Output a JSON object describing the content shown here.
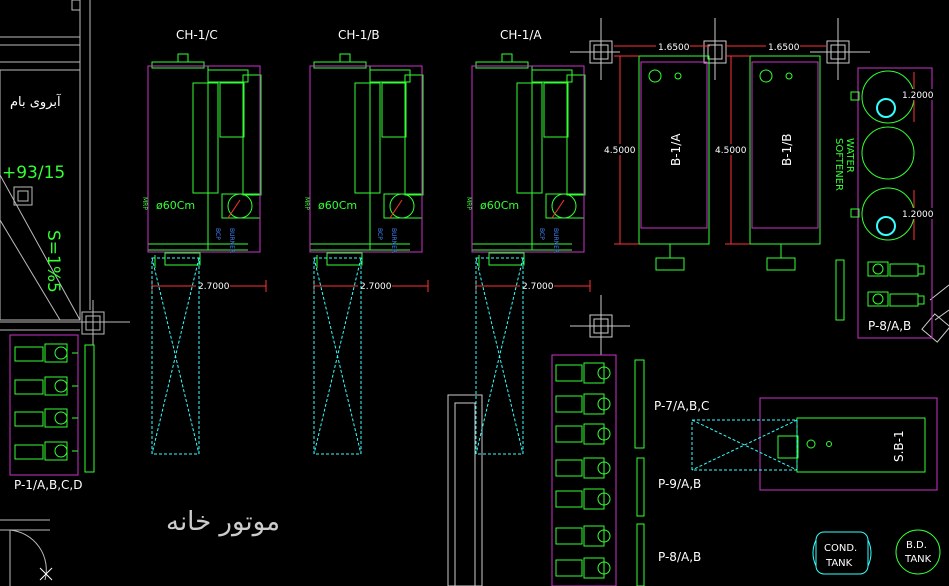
{
  "colors": {
    "background": "#000000",
    "equipment": "#33ff33",
    "outline": "#cc33cc",
    "dimension": "#ff3333",
    "hidden": "#33ffff",
    "wall": "#bbbbbb",
    "text": "#ffffff"
  },
  "boilers": [
    {
      "tag": "CH-1/C",
      "dia": "ø60Cm",
      "dim": "2.7000",
      "mrp": "MRP",
      "bcp": "BCP",
      "burner": "BURNER"
    },
    {
      "tag": "CH-1/B",
      "dia": "ø60Cm",
      "dim": "2.7000",
      "mrp": "MRP",
      "bcp": "BCP",
      "burner": "BURNER"
    },
    {
      "tag": "CH-1/A",
      "dia": "ø60Cm",
      "dim": "2.7000",
      "mrp": "MRP",
      "bcp": "BCP",
      "burner": "BURNER"
    }
  ],
  "tanks": [
    {
      "tag": "B-1/A",
      "width_dim": "1.6500",
      "height_dim": "4.5000"
    },
    {
      "tag": "B-1/B",
      "width_dim": "1.6500",
      "height_dim": "4.5000"
    }
  ],
  "softener": {
    "label_line1": "WATER",
    "label_line2": "SOFTENER",
    "dim_top": "1.2000",
    "dim_bottom": "1.2000"
  },
  "pumps": {
    "p1": "P-1/A,B,C,D",
    "p7": "P-7/A,B,C",
    "p9": "P-9/A,B",
    "p8_mid": "P-8/A,B",
    "p8_right": "P-8/A,B"
  },
  "sb_tank": "S.B-1",
  "cond_tank": {
    "line1": "COND.",
    "line2": "TANK"
  },
  "bd_tank": {
    "line1": "B.D.",
    "line2": "TANK"
  },
  "room_label": "موتور خانه",
  "left_panel": {
    "text_top": "آبروی بام",
    "level": "+93/15",
    "slope": "S=1%5"
  }
}
